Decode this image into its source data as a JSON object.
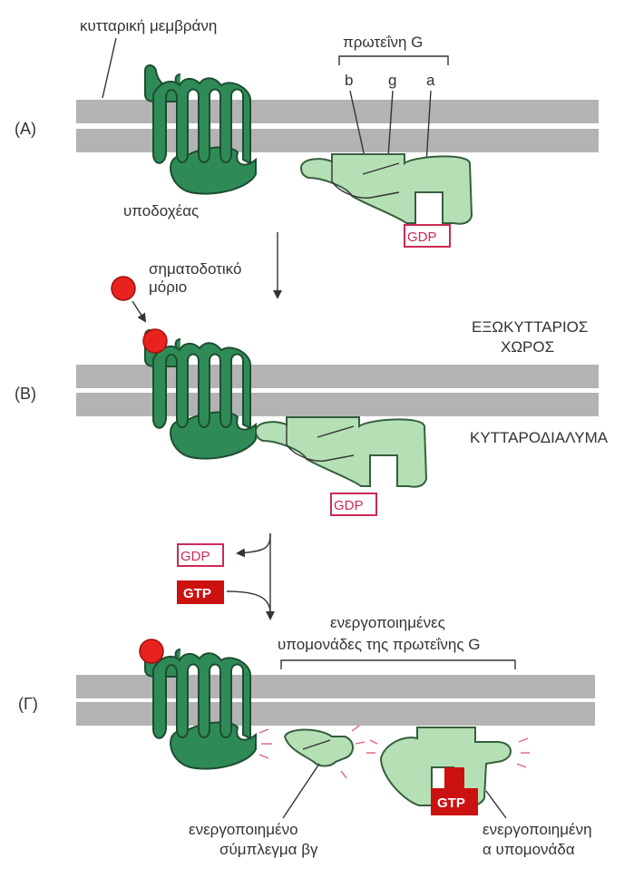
{
  "labels": {
    "membrane": "κυτταρική μεμβράνη",
    "g_protein": "πρωτεΐνη G",
    "sub_b": "b",
    "sub_g": "g",
    "sub_a": "a",
    "receptor": "υποδοχέας",
    "signal_line1": "σηματοδοτικό",
    "signal_line2": "μόριο",
    "extracellular_line1": "ΕΞΩΚΥΤΤΑΡΙΟΣ",
    "extracellular_line2": "ΧΩΡΟΣ",
    "cytosol": "ΚΥΤΤΑΡΟΔΙΑΛΥΜΑ",
    "activated_line1": "ενεργοποιημένες",
    "activated_line2": "υπομονάδες της πρωτεΐνης G",
    "bg_complex_line1": "ενεργοποιημένο",
    "bg_complex_line2": "σύμπλεγμα βγ",
    "alpha_line1": "ενεργοποιημένη",
    "alpha_line2": "α υπομονάδα"
  },
  "panels": {
    "a": "(Α)",
    "b": "(Β)",
    "c": "(Γ)"
  },
  "nucleotides": {
    "gdp": "GDP",
    "gtp": "GTP"
  },
  "colors": {
    "receptor": "#2e8b57",
    "g_protein": "#b5dfb5",
    "membrane": "#b3b3b3",
    "signal_molecule": "#e8231f",
    "gdp": "#cc2a55",
    "gtp": "#cc1111"
  }
}
